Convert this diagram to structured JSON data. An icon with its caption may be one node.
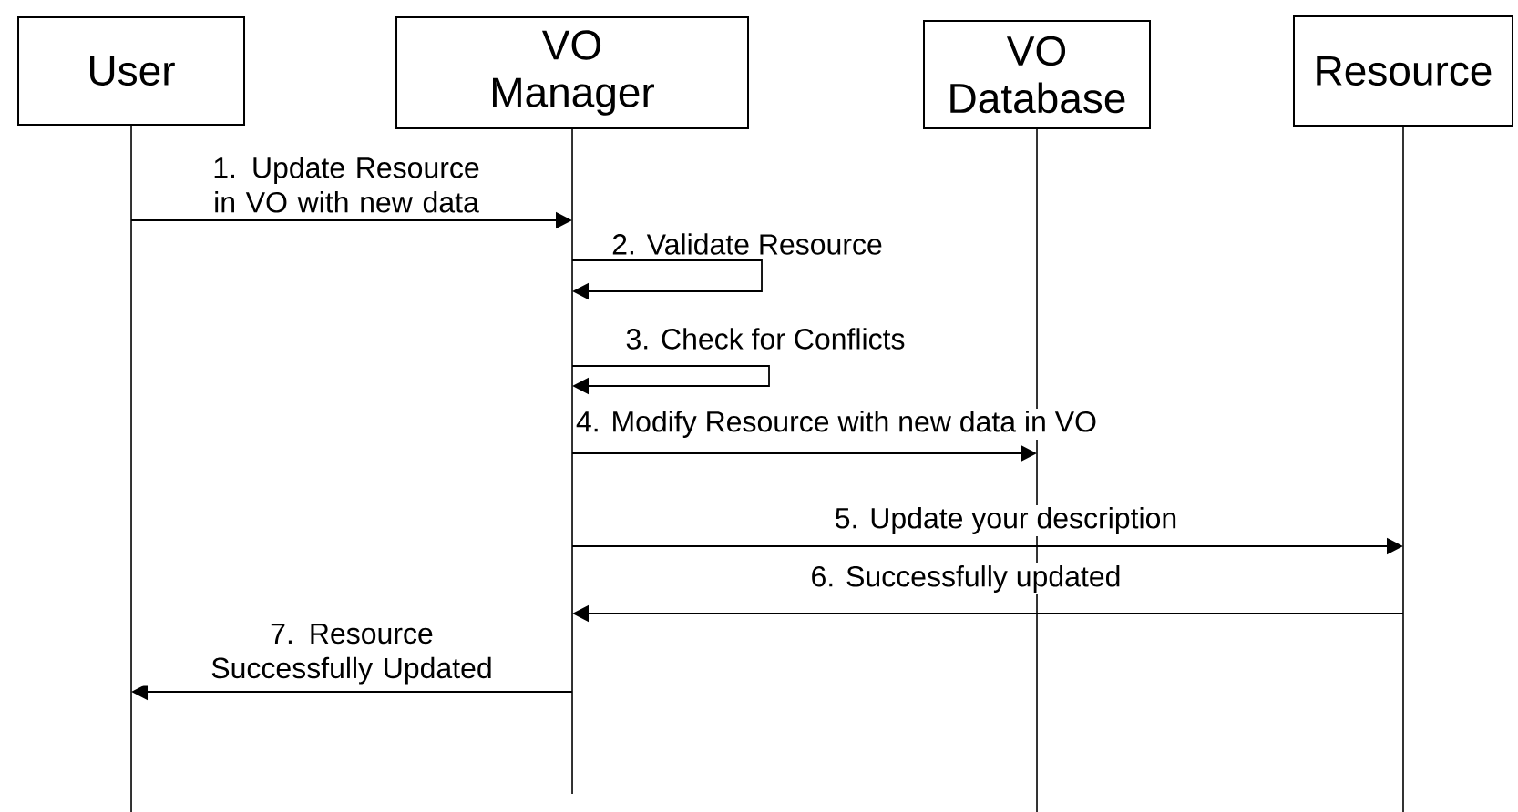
{
  "diagram": {
    "nodes": [
      {
        "text": [
          "User"
        ]
      },
      {
        "text": [
          "VO Manager"
        ]
      },
      {
        "text": [
          "VO Database"
        ]
      },
      {
        "text": [
          "Resource"
        ]
      }
    ],
    "edges": [
      {
        "from": 0,
        "to": 1,
        "arrow": "to",
        "label": "1. Update Resource in VO with new data"
      },
      {
        "from": 1,
        "to": 1,
        "arrow": "to",
        "label": "2. Validate Resource"
      },
      {
        "from": 1,
        "to": 1,
        "arrow": "to",
        "label": "3. Check for Conflicts"
      },
      {
        "from": 1,
        "to": 2,
        "arrow": "to",
        "label": "4. Modify Resource with new data in VO"
      },
      {
        "from": 1,
        "to": 3,
        "arrow": "to",
        "label": "5. Update your description"
      },
      {
        "from": 3,
        "to": 1,
        "arrow": "to",
        "label": "6. Successfully updated"
      },
      {
        "from": 1,
        "to": 0,
        "arrow": "to",
        "label": "7. Resource Successfully Updated"
      }
    ]
  }
}
